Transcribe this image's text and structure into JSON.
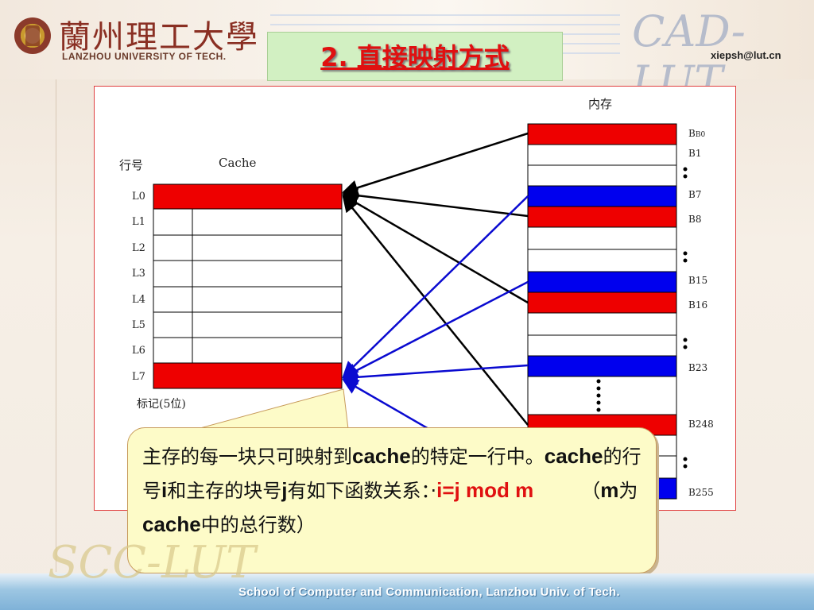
{
  "header": {
    "university_cn": "蘭州理工大學",
    "university_en": "LANZHOU UNIVERSITY OF TECH.",
    "cad_logo": "CAD-LUT",
    "email": "xiepsh@lut.cn"
  },
  "title": "2. 直接映射方式",
  "diagram": {
    "memory_label": "内存",
    "row_label": "行号",
    "cache_label": "Cache",
    "tag_label": "标记(5位)",
    "cache_lines": [
      "L0",
      "L1",
      "L2",
      "L3",
      "L4",
      "L5",
      "L6",
      "L7"
    ],
    "memory_block_labels": [
      "B0",
      "B1",
      "B7",
      "B8",
      "B15",
      "B16",
      "B23",
      "B248",
      "B255"
    ],
    "colors": {
      "red": "#ee0000",
      "blue": "#0000ee",
      "black": "#000000",
      "blue_line": "#0a0ad0"
    }
  },
  "callout": {
    "t1": "主存的每一块只可映射到",
    "t2": "cache",
    "t3": "的特定一行中。",
    "t4": "cache",
    "t5": "的行号",
    "t6": "i",
    "t7": "和主存的块号",
    "t8": "j",
    "t9": "有如下函数关系：·",
    "t10": "i=j mod m",
    "t11": "（",
    "t12": "m",
    "t13": "为",
    "t14": "cache",
    "t15": "中的总行数）"
  },
  "footer": {
    "text": "School of Computer and Communication, Lanzhou Univ. of Tech.",
    "logo": "SCC-LUT"
  }
}
